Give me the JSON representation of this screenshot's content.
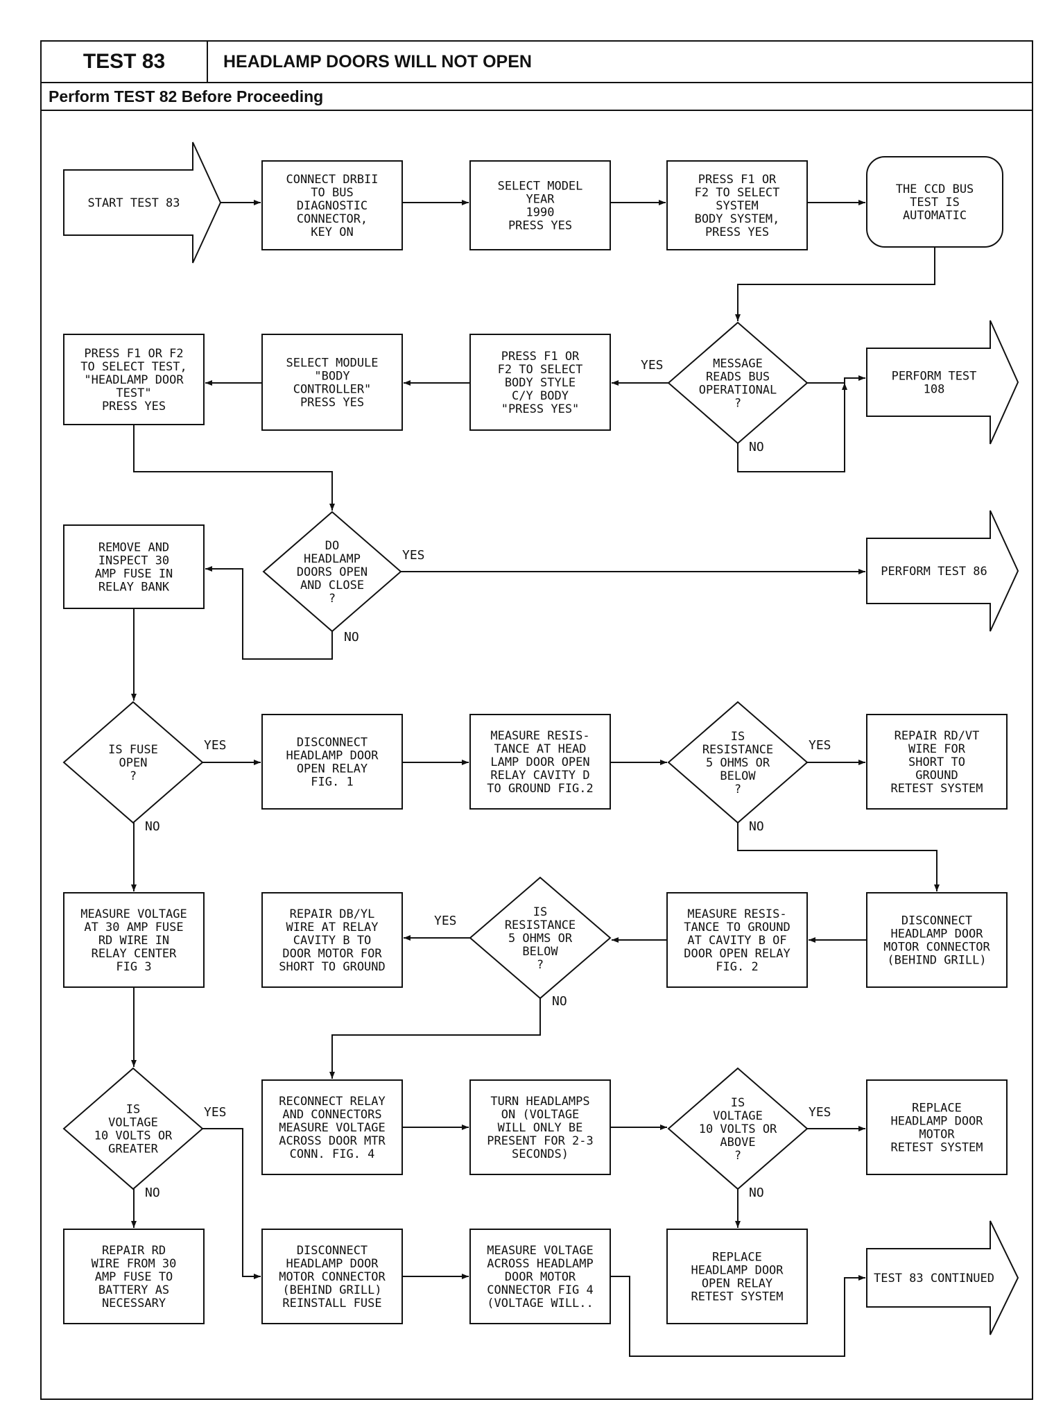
{
  "header": {
    "test_label": "TEST 83",
    "title": "HEADLAMP DOORS WILL NOT OPEN",
    "note": "Perform TEST 82 Before Proceeding"
  },
  "flowchart": {
    "yes": "YES",
    "no": "NO",
    "start": [
      "START TEST 83"
    ],
    "connect_drb": [
      "CONNECT DRBII",
      "TO BUS",
      "DIAGNOSTIC",
      "CONNECTOR,",
      "KEY ON"
    ],
    "select_year": [
      "SELECT MODEL",
      "YEAR",
      "1990",
      "PRESS YES"
    ],
    "select_system": [
      "PRESS F1 OR",
      "F2 TO SELECT",
      "SYSTEM",
      "BODY SYSTEM,",
      "PRESS YES"
    ],
    "ccd_auto": [
      "THE CCD BUS",
      "TEST IS",
      "AUTOMATIC"
    ],
    "q_bus": [
      "MESSAGE",
      "READS BUS",
      "OPERATIONAL",
      "?"
    ],
    "test108": [
      "PERFORM TEST",
      "108"
    ],
    "body_style": [
      "PRESS F1 OR",
      "F2 TO SELECT",
      "BODY STYLE",
      "C/Y BODY",
      "\"PRESS YES\""
    ],
    "select_module": [
      "SELECT MODULE",
      "\"BODY",
      "CONTROLLER\"",
      "PRESS YES"
    ],
    "select_test": [
      "PRESS F1 OR F2",
      "TO SELECT TEST,",
      "\"HEADLAMP DOOR",
      "TEST\"",
      "PRESS YES"
    ],
    "q_doors": [
      "DO",
      "HEADLAMP",
      "DOORS OPEN",
      "AND CLOSE",
      "?"
    ],
    "test86": [
      "PERFORM TEST 86"
    ],
    "remove_fuse": [
      "REMOVE AND",
      "INSPECT 30",
      "AMP FUSE IN",
      "RELAY BANK"
    ],
    "q_fuse": [
      "IS FUSE",
      "OPEN",
      "?"
    ],
    "disconnect_relay": [
      "DISCONNECT",
      "HEADLAMP DOOR",
      "OPEN RELAY",
      "FIG. 1"
    ],
    "measure_res_d": [
      "MEASURE RESIS-",
      "TANCE AT HEAD",
      "LAMP DOOR OPEN",
      "RELAY CAVITY D",
      "TO GROUND FIG.2"
    ],
    "q_res1": [
      "IS",
      "RESISTANCE",
      "5 OHMS OR",
      "BELOW",
      "?"
    ],
    "repair_rdvt": [
      "REPAIR RD/VT",
      "WIRE FOR",
      "SHORT TO",
      "GROUND",
      "RETEST SYSTEM"
    ],
    "measure_volt_fuse": [
      "MEASURE VOLTAGE",
      "AT 30 AMP FUSE",
      "RD WIRE IN",
      "RELAY CENTER",
      "FIG 3"
    ],
    "repair_dbyl": [
      "REPAIR DB/YL",
      "WIRE AT RELAY",
      "CAVITY B TO",
      "DOOR MOTOR FOR",
      "SHORT TO GROUND"
    ],
    "q_res2": [
      "IS",
      "RESISTANCE",
      "5 OHMS OR",
      "BELOW",
      "?"
    ],
    "measure_res_b": [
      "MEASURE RESIS-",
      "TANCE TO GROUND",
      "AT CAVITY B OF",
      "DOOR OPEN RELAY",
      "FIG. 2"
    ],
    "disconnect_motor": [
      "DISCONNECT",
      "HEADLAMP DOOR",
      "MOTOR CONNECTOR",
      "(BEHIND GRILL)"
    ],
    "q_volt1": [
      "IS",
      "VOLTAGE",
      "10 VOLTS OR",
      "GREATER"
    ],
    "reconnect": [
      "RECONNECT RELAY",
      "AND CONNECTORS",
      "MEASURE VOLTAGE",
      "ACROSS DOOR MTR",
      "CONN. FIG. 4"
    ],
    "turn_on": [
      "TURN HEADLAMPS",
      "ON (VOLTAGE",
      "WILL ONLY BE",
      "PRESENT FOR 2-3",
      "SECONDS)"
    ],
    "q_volt2": [
      "IS",
      "VOLTAGE",
      "10 VOLTS OR",
      "ABOVE",
      "?"
    ],
    "replace_motor": [
      "REPLACE",
      "HEADLAMP DOOR",
      "MOTOR",
      "RETEST SYSTEM"
    ],
    "repair_rd": [
      "REPAIR RD",
      "WIRE FROM 30",
      "AMP FUSE TO",
      "BATTERY AS",
      "NECESSARY"
    ],
    "disconnect_motor2": [
      "DISCONNECT",
      "HEADLAMP DOOR",
      "MOTOR CONNECTOR",
      "(BEHIND GRILL)",
      "REINSTALL FUSE"
    ],
    "measure_volt_conn": [
      "MEASURE VOLTAGE",
      "ACROSS HEADLAMP",
      "DOOR MOTOR",
      "CONNECTOR FIG 4",
      "(VOLTAGE WILL.."
    ],
    "replace_relay": [
      "REPLACE",
      "HEADLAMP DOOR",
      "OPEN RELAY",
      "RETEST SYSTEM"
    ],
    "continued": [
      "TEST 83 CONTINUED"
    ]
  }
}
